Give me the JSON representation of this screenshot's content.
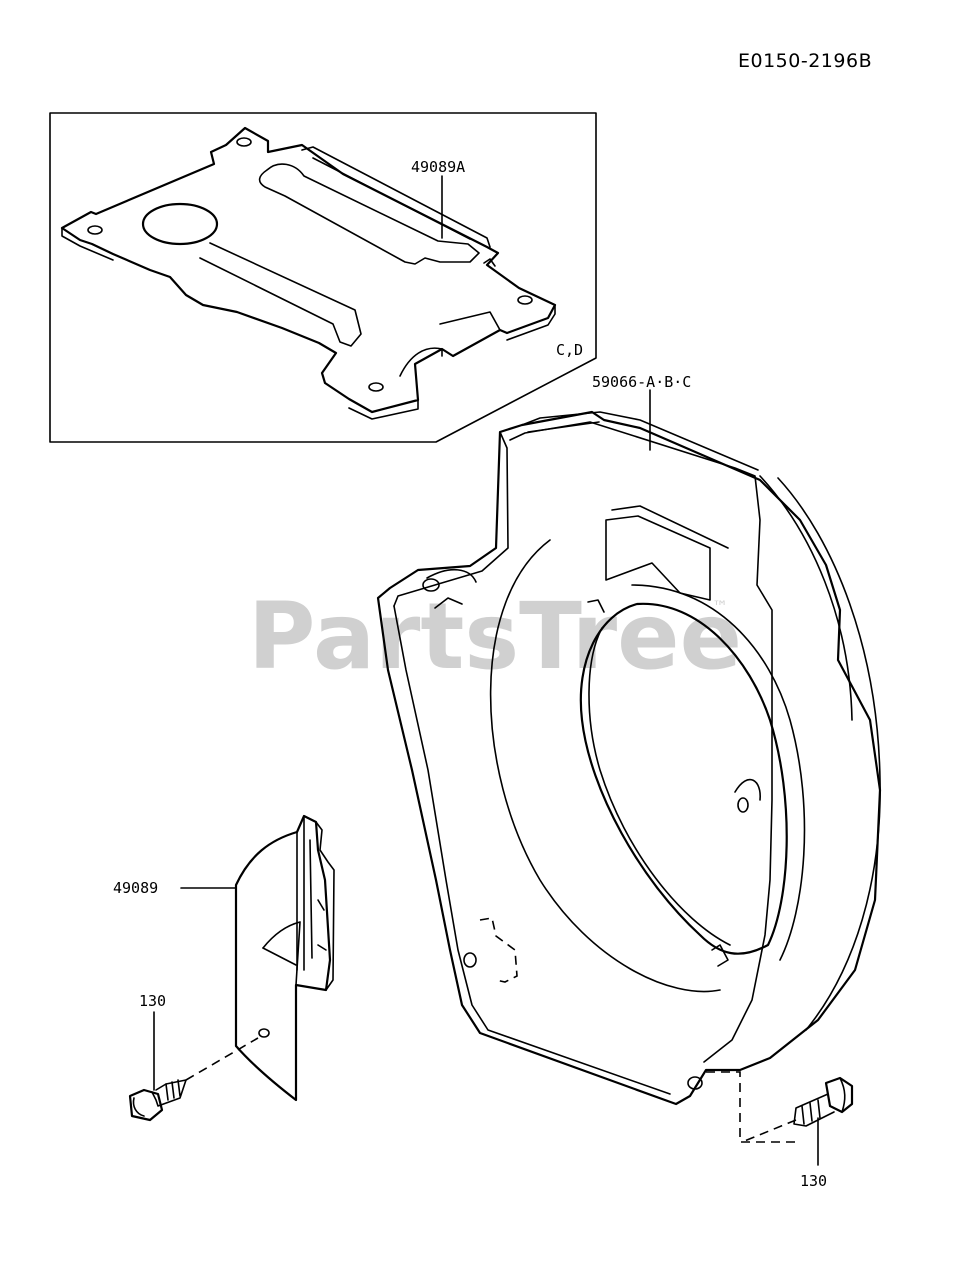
{
  "diagram": {
    "reference_code": "E0150-2196B",
    "watermark": "PartsTree",
    "watermark_tm": "™",
    "parts": [
      {
        "id": "gasket",
        "label": "49089A"
      },
      {
        "id": "gasket-variant",
        "label": "C,D"
      },
      {
        "id": "shroud",
        "label": "59066-A·B·C"
      },
      {
        "id": "cover",
        "label": "49089"
      },
      {
        "id": "bolt-left",
        "label": "130"
      },
      {
        "id": "bolt-right",
        "label": "130"
      }
    ]
  }
}
